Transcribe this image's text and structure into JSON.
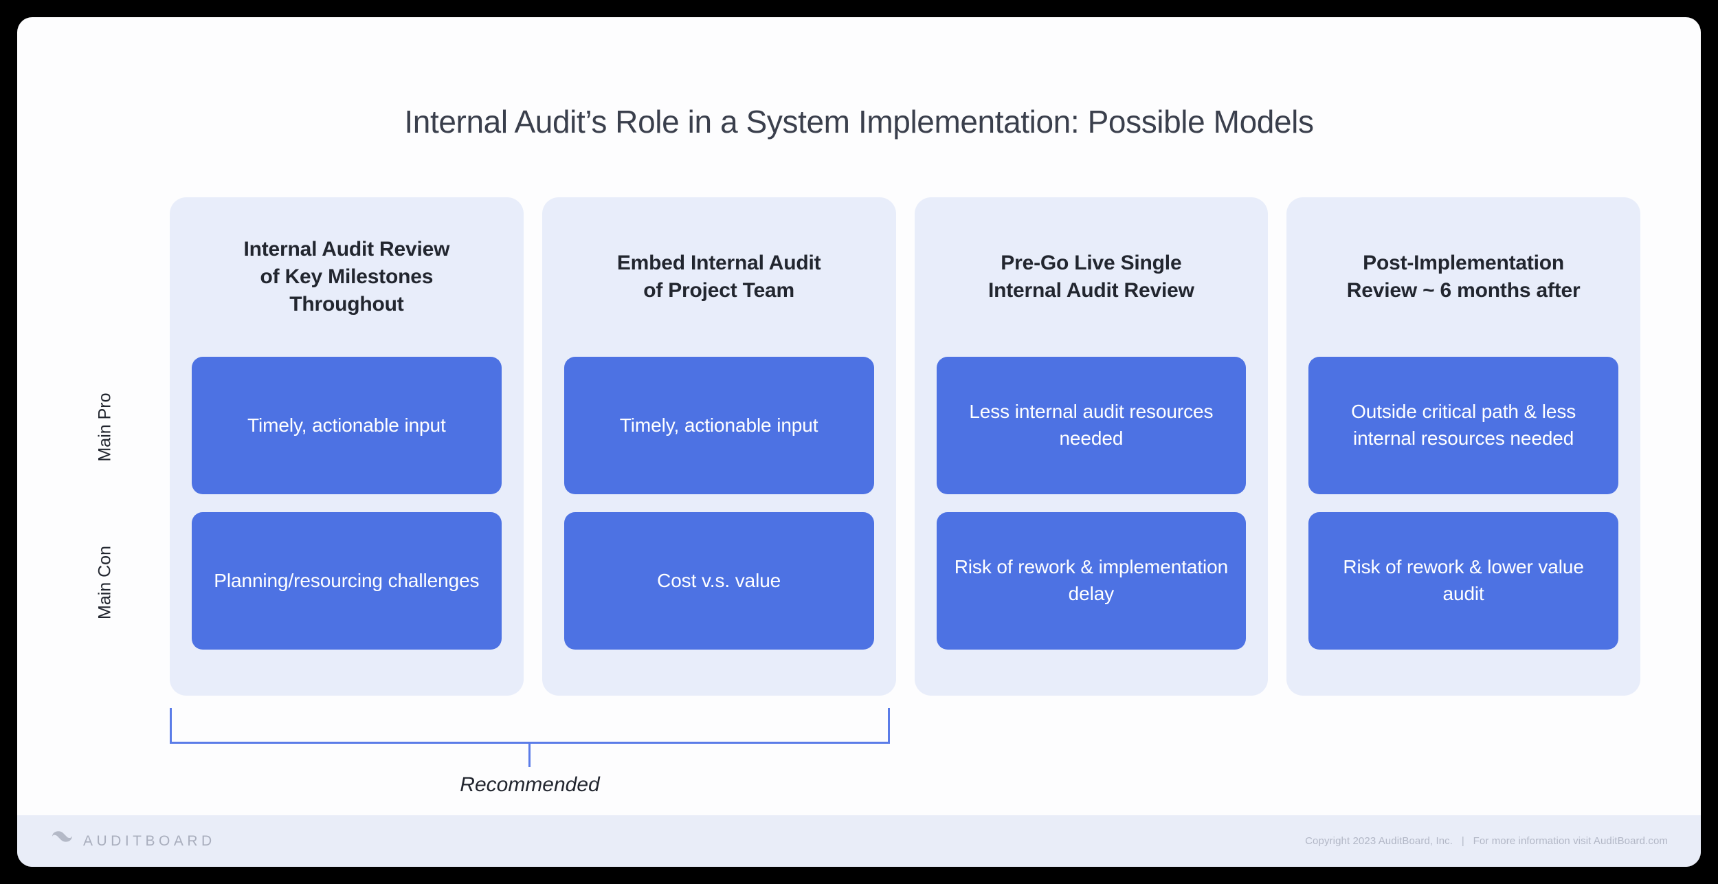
{
  "slide": {
    "title": "Internal Audit’s Role in a System Implementation: Possible Models",
    "accent_blue": "#4d72e3",
    "panel_bg": "#e8edfa",
    "bracket_color": "#5b7ce8",
    "title_color": "#3a3f4c",
    "frame_bg": "#fdfdfe"
  },
  "row_labels": {
    "pro": "Main Pro",
    "con": "Main Con"
  },
  "columns": [
    {
      "header": "Internal Audit Review of Key Milestones Throughout",
      "header_lines": [
        "Internal Audit Review",
        "of Key Milestones",
        "Throughout"
      ],
      "pro": "Timely, actionable input",
      "con": "Planning/resourcing challenges",
      "recommended": true
    },
    {
      "header": "Embed Internal Audit of Project Team",
      "header_lines": [
        "Embed Internal Audit",
        "of Project Team"
      ],
      "pro": "Timely, actionable input",
      "con": "Cost v.s. value",
      "recommended": true
    },
    {
      "header": "Pre-Go Live Single Internal Audit Review",
      "header_lines": [
        "Pre-Go Live Single",
        "Internal Audit Review"
      ],
      "pro": "Less internal audit resources needed",
      "con": "Risk of rework & implementation delay",
      "recommended": false
    },
    {
      "header": "Post-Implementation Review ~ 6 months after",
      "header_lines": [
        "Post-Implementation",
        "Review ~ 6 months after"
      ],
      "pro": "Outside critical path & less internal resources needed",
      "con": "Risk of rework & lower value audit",
      "recommended": false
    }
  ],
  "annotation": {
    "recommended_label": "Recommended"
  },
  "footer": {
    "brand_name": "AUDITBOARD",
    "logo_icon": "auditboard-lens-icon",
    "copyright": "Copyright 2023 AuditBoard, Inc.   |   For more information visit AuditBoard.com"
  }
}
